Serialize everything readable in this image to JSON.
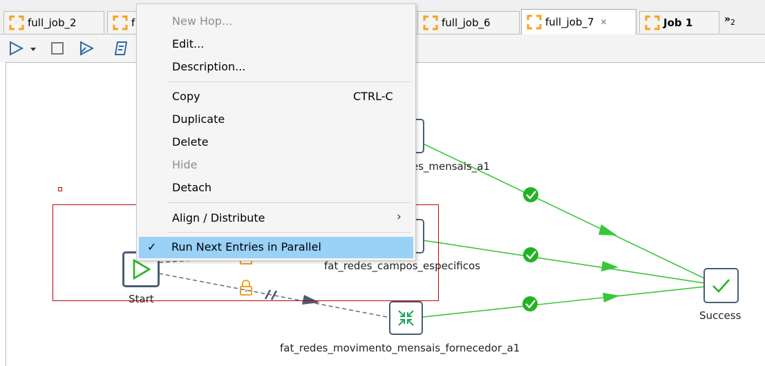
{
  "tabs": [
    {
      "label": "full_job_2"
    },
    {
      "label": "f"
    },
    {
      "label": "full_job_6"
    },
    {
      "label": "full_job_7",
      "close": "✕"
    },
    {
      "label": "Job 1"
    }
  ],
  "tab_overflow": {
    "arrows": "»",
    "count": "2"
  },
  "canvas": {
    "nodes": [
      {
        "label": "res_mensais_a1"
      },
      {
        "label": "fat_redes_campos_especificos"
      },
      {
        "label": "fat_redes_movimento_mensais_fornecedor_a1"
      },
      {
        "label": "Start"
      },
      {
        "label": "Success"
      }
    ]
  },
  "context_menu": {
    "items": [
      {
        "label": "New Hop...",
        "enabled": false
      },
      {
        "label": "Edit..."
      },
      {
        "label": "Description..."
      },
      {
        "label": "Copy",
        "accelerator": "CTRL-C"
      },
      {
        "label": "Duplicate"
      },
      {
        "label": "Delete"
      },
      {
        "label": "Hide",
        "enabled": false
      },
      {
        "label": "Detach"
      },
      {
        "label": "Align / Distribute",
        "submenu": "›"
      },
      {
        "label": "Run Next Entries in Parallel",
        "checked": true,
        "check": "✓"
      }
    ]
  },
  "colors": {
    "hop_green": "#39c639",
    "hop_disabled": "#5b7089",
    "node_border": "#4a5d73",
    "menu_highlight": "#99d1f7",
    "selection": "#c00000",
    "lock": "#f0a020"
  }
}
